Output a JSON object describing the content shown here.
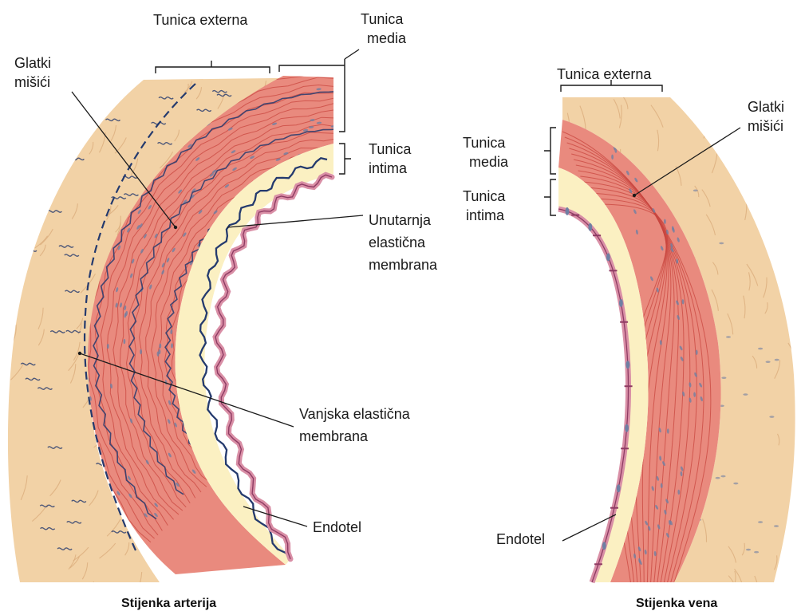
{
  "artery": {
    "caption": "Stijenka arterija",
    "labels": {
      "tunica_externa": "Tunica externa",
      "tunica_media_1": "Tunica",
      "tunica_media_2": "media",
      "tunica_intima_1": "Tunica",
      "tunica_intima_2": "intima",
      "glatki_1": "Glatki",
      "glatki_2": "mišići",
      "iem_1": "Unutarnja",
      "iem_2": "elastična",
      "iem_3": "membrana",
      "eem_1": "Vanjska elastična",
      "eem_2": "membrana",
      "endotel": "Endotel"
    }
  },
  "vein": {
    "caption": "Stijenka vena",
    "labels": {
      "tunica_externa": "Tunica externa",
      "tunica_media_1": "Tunica",
      "tunica_media_2": "media",
      "tunica_intima_1": "Tunica",
      "tunica_intima_2": "intima",
      "glatki_1": "Glatki",
      "glatki_2": "mišići",
      "endotel": "Endotel"
    }
  },
  "colors": {
    "externa": "#f2d2a6",
    "externa_fiber": "#d9a877",
    "media": "#e98a7e",
    "media_fiber": "#c8463f",
    "intima": "#fbf0c2",
    "endothelium": "#d98fa6",
    "endothelium_edge": "#8f3b63",
    "elastic": "#243a6e",
    "nucleus": "#6f7fa3"
  }
}
